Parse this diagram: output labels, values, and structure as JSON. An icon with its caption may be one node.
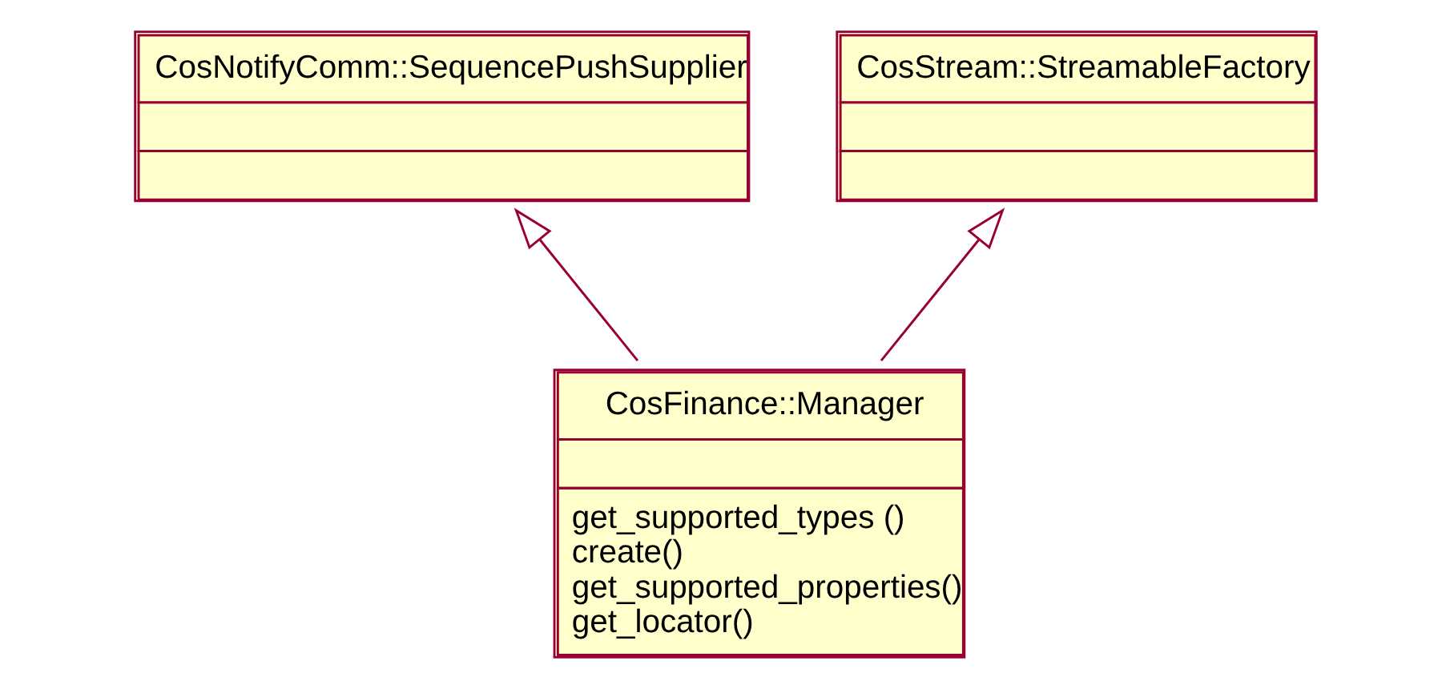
{
  "diagram": {
    "nodes": [
      {
        "text": [
          "CosNotifyComm::SequencePushSupplier"
        ]
      },
      {
        "text": [
          "CosStream::StreamableFactory"
        ]
      },
      {
        "text": [
          "CosFinance::Manager",
          "get_supported_types ()",
          "create()",
          "get_supported_properties()",
          "get_locator()"
        ]
      }
    ],
    "edges": [
      {
        "from": 2,
        "to": 0,
        "arrow": "to"
      },
      {
        "from": 2,
        "to": 1,
        "arrow": "to"
      }
    ]
  }
}
